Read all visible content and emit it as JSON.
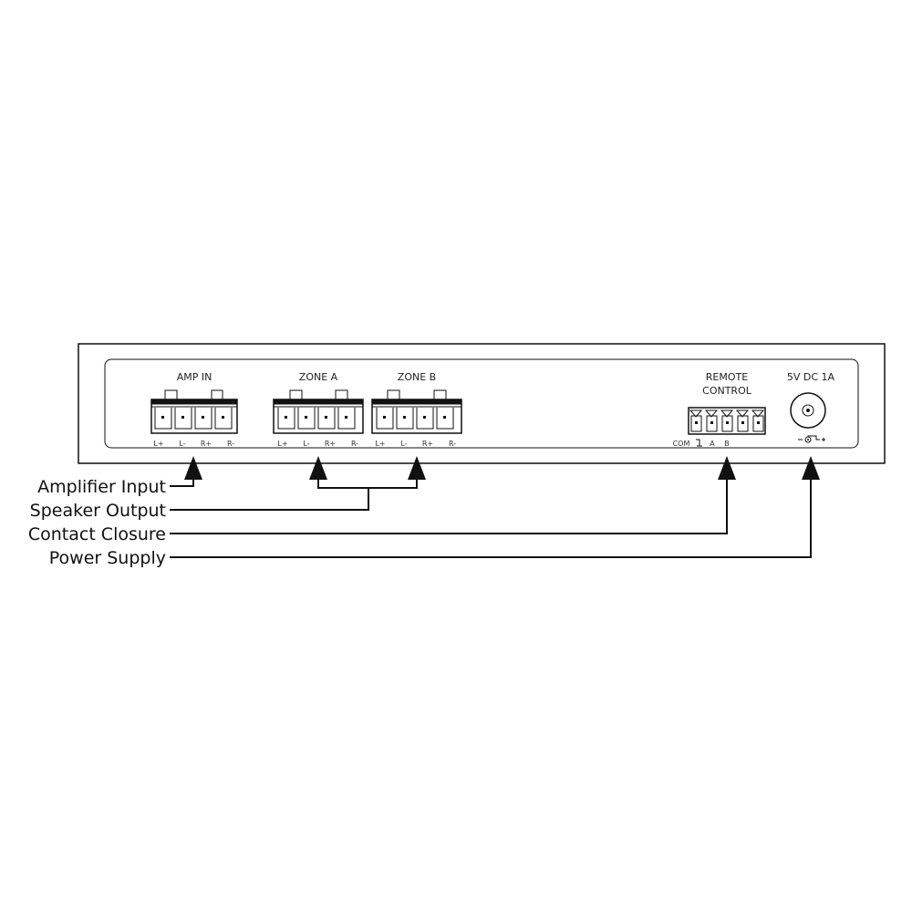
{
  "device": {
    "amp_in": {
      "title": "AMP IN",
      "pins": [
        "L+",
        "L-",
        "R+",
        "R-"
      ]
    },
    "zone_a": {
      "title": "ZONE A",
      "pins": [
        "L+",
        "L-",
        "R+",
        "R-"
      ]
    },
    "zone_b": {
      "title": "ZONE B",
      "pins": [
        "L+",
        "L-",
        "R+",
        "R-"
      ]
    },
    "remote_control": {
      "title_line1": "REMOTE",
      "title_line2": "CONTROL",
      "pins": [
        "COM",
        "A",
        "B"
      ]
    },
    "power": {
      "title": "5V DC 1A"
    }
  },
  "callouts": {
    "amplifier_input": "Amplifier Input",
    "speaker_output": "Speaker Output",
    "contact_closure": "Contact Closure",
    "power_supply": "Power Supply"
  }
}
